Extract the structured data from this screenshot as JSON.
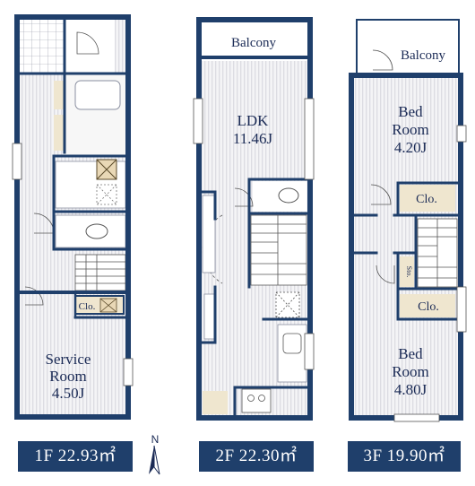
{
  "floors": [
    {
      "id": "1f",
      "label": "1F",
      "area": "22.93㎡",
      "rooms": [
        {
          "key": "clo",
          "text": "Clo."
        },
        {
          "key": "service",
          "lines": [
            "Service",
            "Room",
            "4.50J"
          ]
        }
      ]
    },
    {
      "id": "2f",
      "label": "2F",
      "area": "22.30㎡",
      "rooms": [
        {
          "key": "balcony",
          "text": "Balcony"
        },
        {
          "key": "ldk",
          "lines": [
            "LDK",
            "11.46J"
          ]
        }
      ]
    },
    {
      "id": "3f",
      "label": "3F",
      "area": "19.90㎡",
      "rooms": [
        {
          "key": "balcony",
          "text": "Balcony"
        },
        {
          "key": "bed1",
          "lines": [
            "Bed",
            "Room",
            "4.20J"
          ]
        },
        {
          "key": "clo1",
          "text": "Clo."
        },
        {
          "key": "sto",
          "text": "Sto."
        },
        {
          "key": "clo2",
          "text": "Clo."
        },
        {
          "key": "bed2",
          "lines": [
            "Bed",
            "Room",
            "4.80J"
          ]
        }
      ]
    }
  ],
  "compass": {
    "letter": "N"
  },
  "colors": {
    "wall": "#1f3f6b",
    "floor_stripe": "#e8e8ec",
    "closet": "#efe6cf",
    "stair_line": "#555555"
  }
}
